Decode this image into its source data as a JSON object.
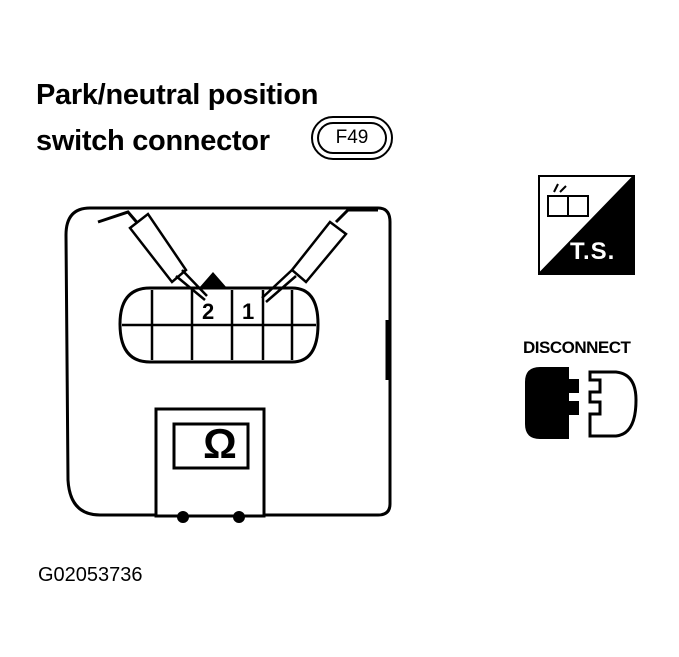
{
  "title": {
    "line1": "Park/neutral position",
    "line2": "switch connector"
  },
  "connector_code": "F49",
  "pins": {
    "pin_left": "2",
    "pin_right": "1"
  },
  "meter": {
    "symbol": "Ω",
    "icon": "ohmmeter-icon"
  },
  "badges": {
    "ts_label": "T.S.",
    "disconnect_label": "DISCONNECT"
  },
  "figure_id": "G02053736"
}
